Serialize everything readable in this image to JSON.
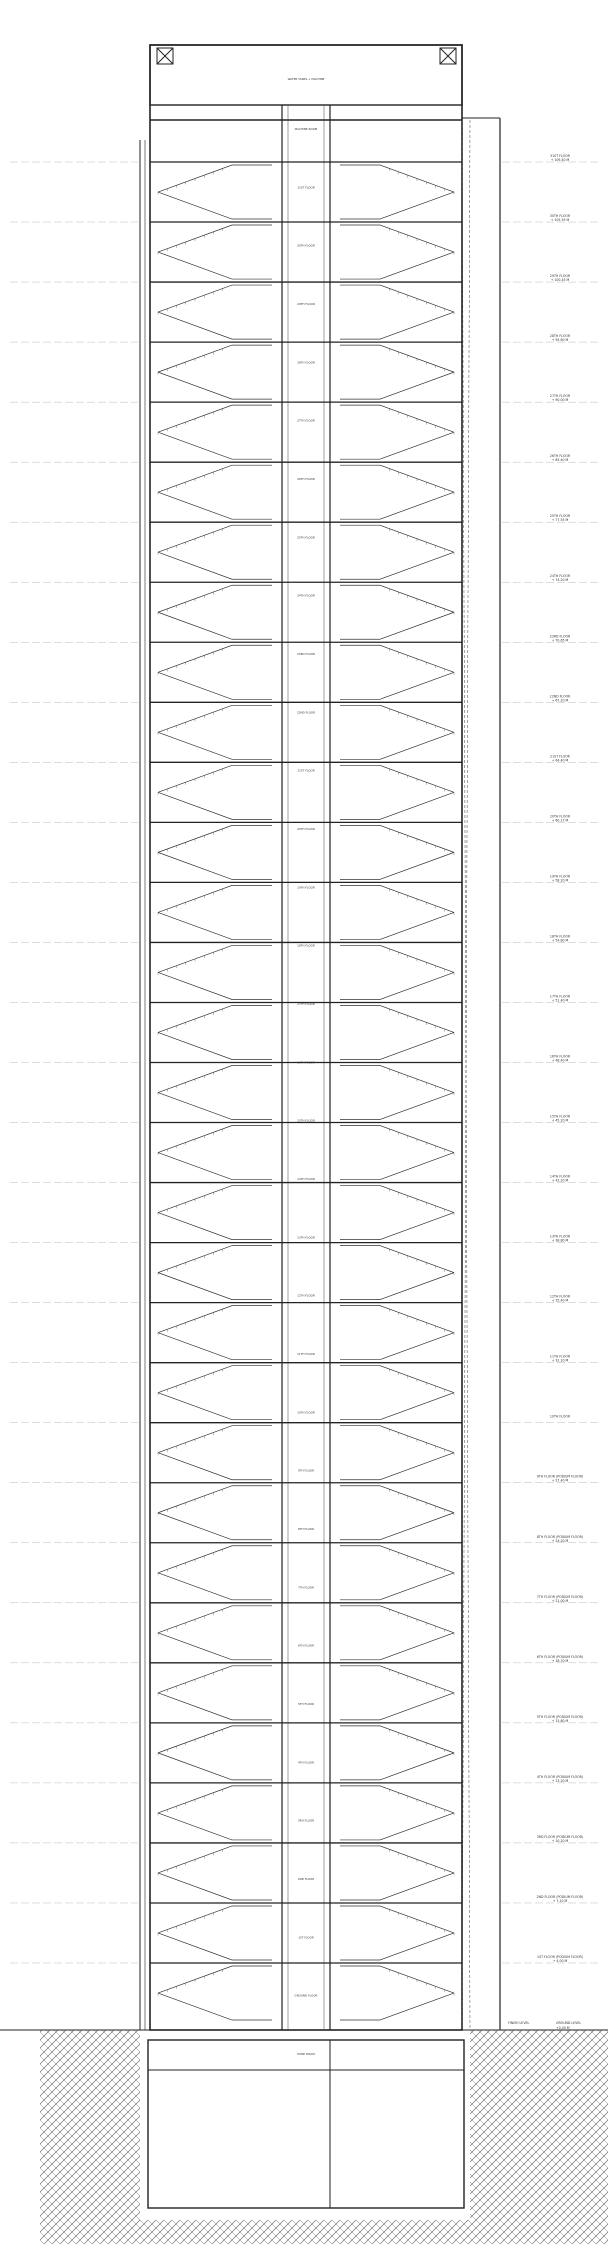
{
  "drawing": {
    "type": "building-section",
    "roof_label": "WATER TANKS + MACHINE",
    "ground_label": "GROUND LEVEL",
    "ground_value": "+0.00 M",
    "finish_label": "FINISH LEVEL"
  },
  "levels": [
    {
      "name": "31ST FLOOR",
      "value": "+ 109.40 M"
    },
    {
      "name": "30TH FLOOR",
      "value": "+ 105.55 M"
    },
    {
      "name": "29TH FLOOR",
      "value": "+ 100.45 M"
    },
    {
      "name": "28TH FLOOR",
      "value": "+ 95.60 M"
    },
    {
      "name": "27TH FLOOR",
      "value": "+ 90.00 M"
    },
    {
      "name": "26TH FLOOR",
      "value": "+ 85.40 M"
    },
    {
      "name": "25TH FLOOR",
      "value": "+ 77.55 M"
    },
    {
      "name": "24TH FLOOR",
      "value": "+ 74.20 M"
    },
    {
      "name": "23RD FLOOR",
      "value": "+ 70.65 M"
    },
    {
      "name": "22ND FLOOR",
      "value": "+ 67.20 M"
    },
    {
      "name": "21ST FLOOR",
      "value": "+ 64.40 M"
    },
    {
      "name": "20TH FLOOR",
      "value": "+ 60.17 M"
    },
    {
      "name": "19TH FLOOR",
      "value": "+ 58.20 M"
    },
    {
      "name": "18TH FLOOR",
      "value": "+ 54.80 M"
    },
    {
      "name": "17TH FLOOR",
      "value": "+ 51.40 M"
    },
    {
      "name": "16TH FLOOR",
      "value": "+ 48.40 M"
    },
    {
      "name": "15TH FLOOR",
      "value": "+ 45.20 M"
    },
    {
      "name": "14TH FLOOR",
      "value": "+ 42.20 M"
    },
    {
      "name": "13TH FLOOR",
      "value": "+ 38.80 M"
    },
    {
      "name": "12TH FLOOR",
      "value": "+ 35.40 M"
    },
    {
      "name": "11TH FLOOR",
      "value": "+ 32.10 M"
    },
    {
      "name": "10TH FLOOR",
      "value": ""
    },
    {
      "name": "9TH FLOOR (PODIUM FLOOR)",
      "value": "+ 27.40 M"
    },
    {
      "name": "8TH FLOOR (PODIUM FLOOR)",
      "value": "+ 24.20 M"
    },
    {
      "name": "7TH FLOOR (PODIUM FLOOR)",
      "value": "+ 21.00 M"
    },
    {
      "name": "6TH FLOOR (PODIUM FLOOR)",
      "value": "+ 18.70 M"
    },
    {
      "name": "5TH FLOOR (PODIUM FLOOR)",
      "value": "+ 15.80 M"
    },
    {
      "name": "4TH FLOOR (PODIUM FLOOR)",
      "value": "+ 13.20 M"
    },
    {
      "name": "3RD FLOOR (PODIUM FLOOR)",
      "value": "+ 10.20 M"
    },
    {
      "name": "2ND FLOOR (PODIUM FLOOR)",
      "value": "+ 7.10 M"
    },
    {
      "name": "1ST FLOOR (PODIUM FLOOR)",
      "value": "+ 4.00 M"
    }
  ],
  "core_labels": [
    "MACHINE ROOM",
    "31ST FLOOR",
    "30TH FLOOR",
    "29TH FLOOR",
    "28TH FLOOR",
    "27TH FLOOR",
    "26TH FLOOR",
    "25TH FLOOR",
    "24TH FLOOR",
    "23RD FLOOR",
    "22ND FLOOR",
    "21ST FLOOR",
    "20TH FLOOR",
    "19TH FLOOR",
    "18TH FLOOR",
    "17TH FLOOR",
    "16TH FLOOR",
    "15TH FLOOR",
    "14TH FLOOR",
    "13TH FLOOR",
    "12TH FLOOR",
    "11TH FLOOR",
    "10TH FLOOR",
    "9TH FLOOR",
    "8TH FLOOR",
    "7TH FLOOR",
    "6TH FLOOR",
    "5TH FLOOR",
    "4TH FLOOR",
    "3RD FLOOR",
    "2ND FLOOR",
    "1ST FLOOR",
    "GROUND FLOOR",
    "PUMP ROOM"
  ],
  "colors": {
    "line": "#222222",
    "faint": "#bbbbbb",
    "hatch": "#555555"
  }
}
